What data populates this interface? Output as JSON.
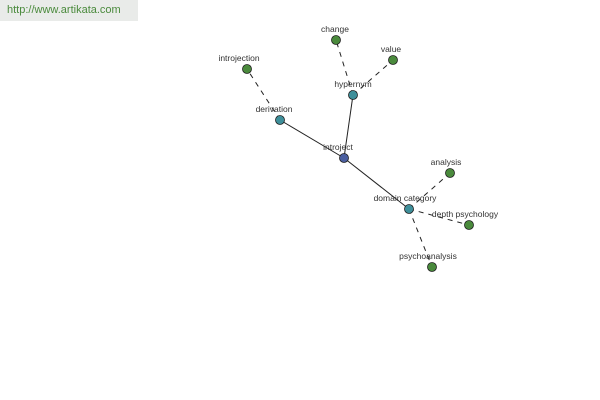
{
  "header": {
    "url": "http://www.artikata.com"
  },
  "colors": {
    "center": "#4b5fa0",
    "relation": "#3e8f9a",
    "leaf": "#4a8a3c",
    "edge": "#222222"
  },
  "graph": {
    "nodes": [
      {
        "id": "introject",
        "label": "introject",
        "kind": "center"
      },
      {
        "id": "hypernym",
        "label": "hypernym",
        "kind": "relation"
      },
      {
        "id": "derivation",
        "label": "derivation",
        "kind": "relation"
      },
      {
        "id": "domain-category",
        "label": "domain category",
        "kind": "relation"
      },
      {
        "id": "change",
        "label": "change",
        "kind": "leaf"
      },
      {
        "id": "value",
        "label": "value",
        "kind": "leaf"
      },
      {
        "id": "introjection",
        "label": "introjection",
        "kind": "leaf"
      },
      {
        "id": "analysis",
        "label": "analysis",
        "kind": "leaf"
      },
      {
        "id": "depth-psychology",
        "label": "depth psychology",
        "kind": "leaf"
      },
      {
        "id": "psychoanalysis",
        "label": "psychoanalysis",
        "kind": "leaf"
      }
    ],
    "edges": [
      {
        "from": "introject",
        "to": "hypernym",
        "style": "solid"
      },
      {
        "from": "introject",
        "to": "derivation",
        "style": "solid"
      },
      {
        "from": "introject",
        "to": "domain-category",
        "style": "solid"
      },
      {
        "from": "hypernym",
        "to": "change",
        "style": "dashed"
      },
      {
        "from": "hypernym",
        "to": "value",
        "style": "dashed"
      },
      {
        "from": "derivation",
        "to": "introjection",
        "style": "dashed"
      },
      {
        "from": "domain-category",
        "to": "analysis",
        "style": "dashed"
      },
      {
        "from": "domain-category",
        "to": "depth-psychology",
        "style": "dashed"
      },
      {
        "from": "domain-category",
        "to": "psychoanalysis",
        "style": "dashed"
      }
    ]
  }
}
